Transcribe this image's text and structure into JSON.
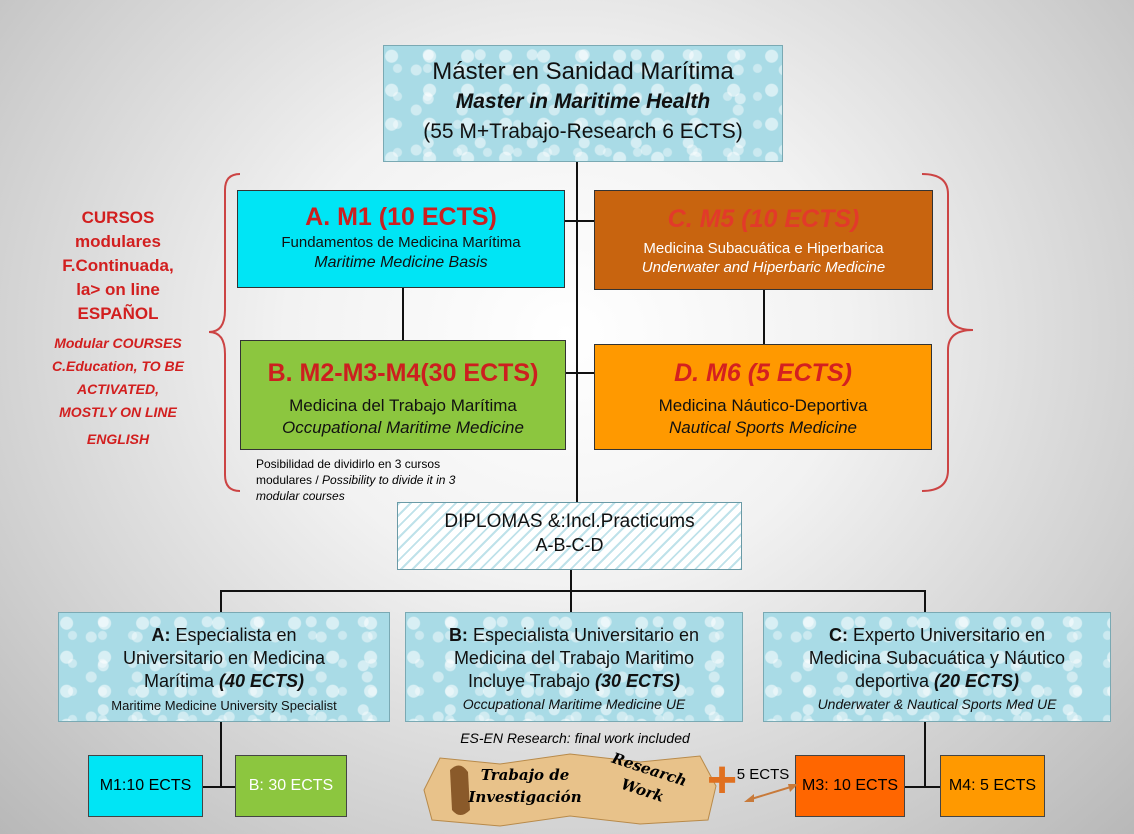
{
  "master": {
    "line1": "Máster en Sanidad Marítima",
    "line2": "Master in Maritime Health",
    "line3": "(55 M+Trabajo-Research 6 ECTS)"
  },
  "left_note": {
    "es_1": "CURSOS",
    "es_2": "modulares",
    "es_3": "F.Continuada,",
    "es_4": "la> on line",
    "es_5": "ESPAÑOL",
    "en_1": "Modular COURSES",
    "en_2": "C.Education, TO BE",
    "en_3": "ACTIVATED,",
    "en_4": "MOSTLY ON LINE",
    "en_5": "ENGLISH"
  },
  "module_a": {
    "title": "A. M1 (10 ECTS)",
    "es": "Fundamentos de Medicina Marítima",
    "en": "Maritime Medicine Basis",
    "color": "#00e5f5"
  },
  "module_b": {
    "title": "B. M2-M3-M4(30 ECTS)",
    "es": "Medicina del Trabajo Marítima",
    "en": "Occupational Maritime Medicine",
    "color": "#8cc63f"
  },
  "module_c": {
    "title": "C. M5 (10 ECTS)",
    "es": "Medicina Subacuática e Hiperbarica",
    "en": "Underwater and Hiperbaric Medicine",
    "color": "#c8640f"
  },
  "module_d": {
    "title": "D. M6 (5 ECTS)",
    "es": "Medicina Náutico-Deportiva",
    "en": "Nautical Sports Medicine",
    "color": "#ff9900"
  },
  "split_note": {
    "line1": "Posibilidad de dividirlo en 3 cursos",
    "line2_es": "modulares / ",
    "line2_en": "Possibility to divide it in 3",
    "line3": "modular courses"
  },
  "diplomas": {
    "line1": "DIPLOMAS &:Incl.Practicums",
    "line2": "A-B-C-D"
  },
  "diploma_a": {
    "prefix": "A:",
    "line1": " Especialista en",
    "line2": "Universitario en Medicina",
    "line3": "Marítima ",
    "ects": "(40 ECTS)",
    "en": "Maritime Medicine University Specialist"
  },
  "diploma_b": {
    "prefix": "B:",
    "line1": " Especialista Universitario en",
    "line2": "Medicina del Trabajo Maritimo",
    "line3": "Incluye Trabajo ",
    "ects": "(30 ECTS)",
    "en": "Occupational Maritime Medicine UE"
  },
  "diploma_c": {
    "prefix": "C:",
    "line1": " Experto Universitario en",
    "line2": "Medicina Subacuática y Náutico",
    "line3": "deportiva  ",
    "ects": "(20 ECTS)",
    "en": "Underwater & Nautical Sports Med UE"
  },
  "research_note": "ES-EN Research: final work included",
  "bottom": {
    "m1": "M1:10 ECTS",
    "b": "B: 30 ECTS",
    "trabajo_1": "Trabajo de",
    "trabajo_2": "Investigación",
    "research_1": "Research",
    "research_2": "Work",
    "plus": "+",
    "five_ects": "5 ECTS",
    "m3": "M3: 10 ECTS",
    "m4": "M4: 5 ECTS"
  },
  "colors": {
    "accent_red": "#cc1f1f",
    "cyan": "#00e5f5",
    "green": "#8cc63f",
    "dark_orange": "#c8640f",
    "orange": "#ff9900"
  }
}
